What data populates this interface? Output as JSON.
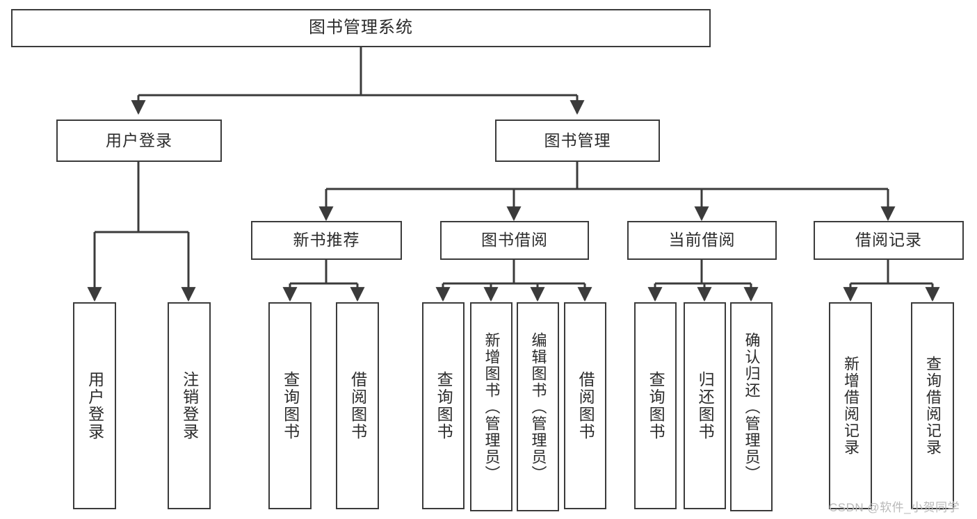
{
  "diagram": {
    "type": "tree",
    "title": "图书管理系统",
    "root": {
      "id": "root",
      "label": "图书管理系统"
    },
    "level2": [
      {
        "id": "user-login",
        "label": "用户登录"
      },
      {
        "id": "book-management",
        "label": "图书管理"
      }
    ],
    "level3": [
      {
        "id": "new-book-recommend",
        "label": "新书推荐"
      },
      {
        "id": "book-borrow",
        "label": "图书借阅"
      },
      {
        "id": "current-borrow",
        "label": "当前借阅"
      },
      {
        "id": "borrow-record",
        "label": "借阅记录"
      }
    ],
    "leaves": {
      "user_login": [
        {
          "id": "leaf-user-login",
          "label": "用户登录"
        },
        {
          "id": "leaf-logout",
          "label": "注销登录"
        }
      ],
      "new_book_recommend": [
        {
          "id": "leaf-query-book-1",
          "label": "查询图书"
        },
        {
          "id": "leaf-borrow-book-1",
          "label": "借阅图书"
        }
      ],
      "book_borrow": [
        {
          "id": "leaf-query-book-2",
          "label": "查询图书"
        },
        {
          "id": "leaf-add-book",
          "label": "新增图书（管理员）"
        },
        {
          "id": "leaf-edit-book",
          "label": "编辑图书（管理员）"
        },
        {
          "id": "leaf-borrow-book-2",
          "label": "借阅图书"
        }
      ],
      "current_borrow": [
        {
          "id": "leaf-query-book-3",
          "label": "查询图书"
        },
        {
          "id": "leaf-return-book",
          "label": "归还图书"
        },
        {
          "id": "leaf-confirm-return",
          "label": "确认归还（管理员）"
        }
      ],
      "borrow_record": [
        {
          "id": "leaf-add-record",
          "label": "新增借阅记录"
        },
        {
          "id": "leaf-query-record",
          "label": "查询借阅记录"
        }
      ]
    }
  },
  "watermark": {
    "text": "CSDN @软件_小贺同学"
  },
  "colors": {
    "line": "#3b3b3b",
    "box_border": "#3b3b3b",
    "box_fill": "#ffffff",
    "text": "#2b2b2b",
    "background": "#ffffff",
    "watermark": "#b9b9b9"
  }
}
